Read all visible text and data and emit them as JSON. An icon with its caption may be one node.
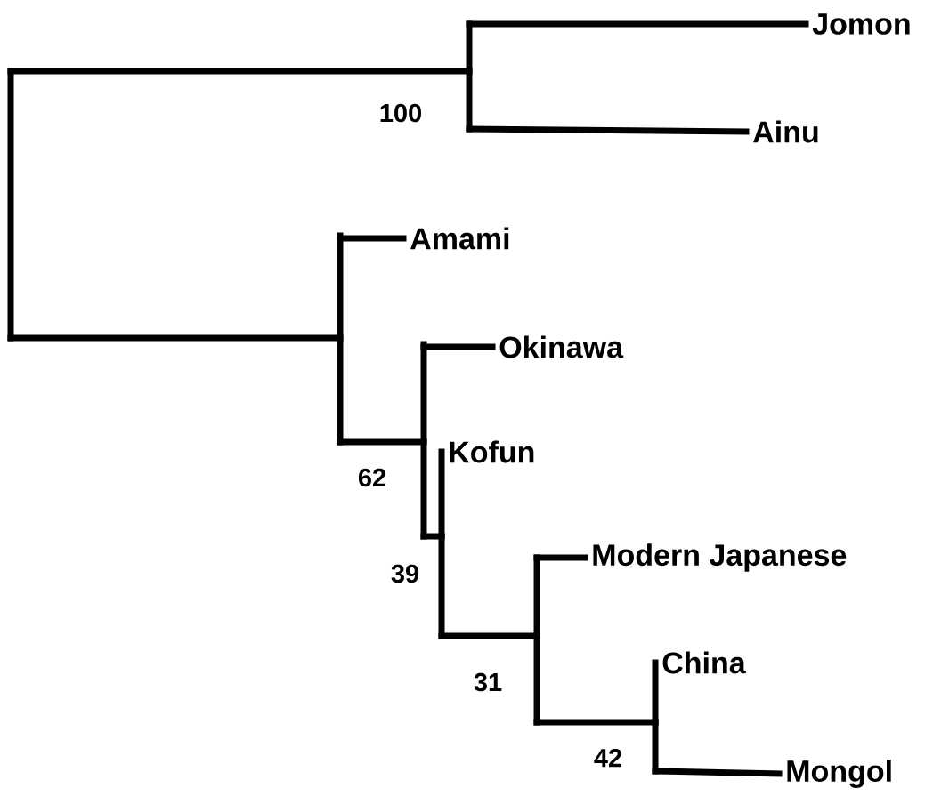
{
  "diagram": {
    "nodes": [
      {
        "text": [],
        "shape": "bar"
      },
      {
        "text": [],
        "shape": "bar",
        "beside": [
          "100"
        ]
      },
      {
        "text": [
          "Jomon"
        ]
      },
      {
        "text": [
          "Ainu"
        ]
      },
      {
        "text": [],
        "shape": "bar"
      },
      {
        "text": [
          "Amami"
        ]
      },
      {
        "text": [],
        "shape": "bar",
        "beside": [
          "62"
        ]
      },
      {
        "text": [
          "Okinawa"
        ]
      },
      {
        "text": [],
        "shape": "bar",
        "beside": [
          "39"
        ]
      },
      {
        "text": [
          "Kofun"
        ]
      },
      {
        "text": [],
        "shape": "bar",
        "beside": [
          "31"
        ]
      },
      {
        "text": [
          "Modern Japanese"
        ]
      },
      {
        "text": [],
        "shape": "bar",
        "beside": [
          "42"
        ]
      },
      {
        "text": [
          "China"
        ]
      },
      {
        "text": [
          "Mongol"
        ]
      }
    ],
    "edges": [
      {
        "from": 0,
        "to": 1,
        "arrow": "none"
      },
      {
        "from": 0,
        "to": 4,
        "arrow": "none"
      },
      {
        "from": 1,
        "to": 2,
        "arrow": "none"
      },
      {
        "from": 1,
        "to": 3,
        "arrow": "none"
      },
      {
        "from": 4,
        "to": 5,
        "arrow": "none"
      },
      {
        "from": 4,
        "to": 6,
        "arrow": "none"
      },
      {
        "from": 6,
        "to": 7,
        "arrow": "none"
      },
      {
        "from": 6,
        "to": 8,
        "arrow": "none"
      },
      {
        "from": 8,
        "to": 9,
        "arrow": "none"
      },
      {
        "from": 8,
        "to": 10,
        "arrow": "none"
      },
      {
        "from": 10,
        "to": 11,
        "arrow": "none"
      },
      {
        "from": 10,
        "to": 12,
        "arrow": "none"
      },
      {
        "from": 12,
        "to": 13,
        "arrow": "none"
      },
      {
        "from": 12,
        "to": 14,
        "arrow": "none"
      }
    ]
  }
}
